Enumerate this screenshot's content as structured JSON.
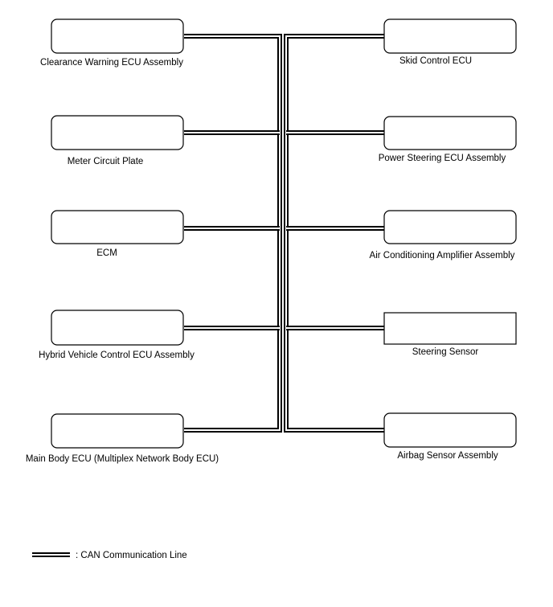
{
  "nodes": [
    {
      "id": "n1",
      "label": "Clearance Warning ECU Assembly"
    },
    {
      "id": "n2",
      "label": "Meter Circuit Plate"
    },
    {
      "id": "n3",
      "label": "ECM"
    },
    {
      "id": "n4",
      "label": "Hybrid Vehicle Control ECU Assembly"
    },
    {
      "id": "n5",
      "label": "Main Body ECU (Multiplex Network Body ECU)"
    },
    {
      "id": "n6",
      "label": "Skid Control ECU"
    },
    {
      "id": "n7",
      "label": "Power Steering ECU Assembly"
    },
    {
      "id": "n8",
      "label": "Air Conditioning Amplifier Assembly"
    },
    {
      "id": "n9",
      "label": "Steering Sensor"
    },
    {
      "id": "n10",
      "label": "Airbag Sensor Assembly"
    }
  ],
  "legend": {
    "line_label": ": CAN Communication Line"
  },
  "colors": {
    "line": "#000000",
    "box_border": "#000000",
    "background": "#ffffff"
  }
}
